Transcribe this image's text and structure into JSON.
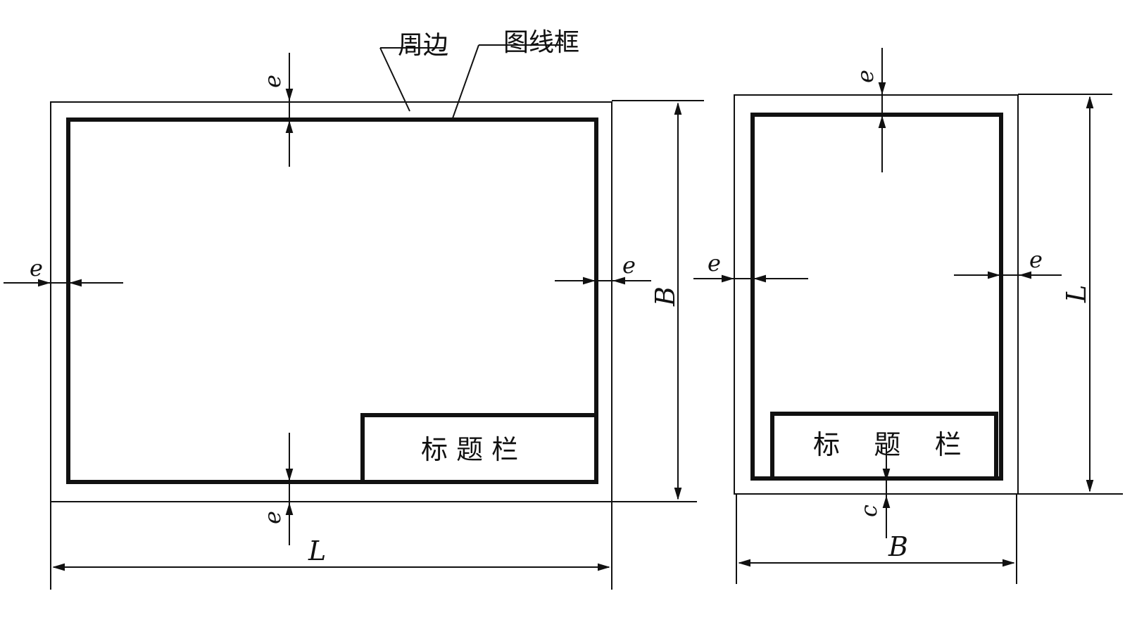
{
  "labels": {
    "border_edge": "周边",
    "drawing_frame": "图线框",
    "title_block_left": "标 题 栏",
    "title_block_right": "标    题    栏",
    "margin_e": "e",
    "margin_c": "c",
    "length_L": "L",
    "width_B": "B"
  },
  "colors": {
    "line": "#111111",
    "background": "#ffffff"
  }
}
